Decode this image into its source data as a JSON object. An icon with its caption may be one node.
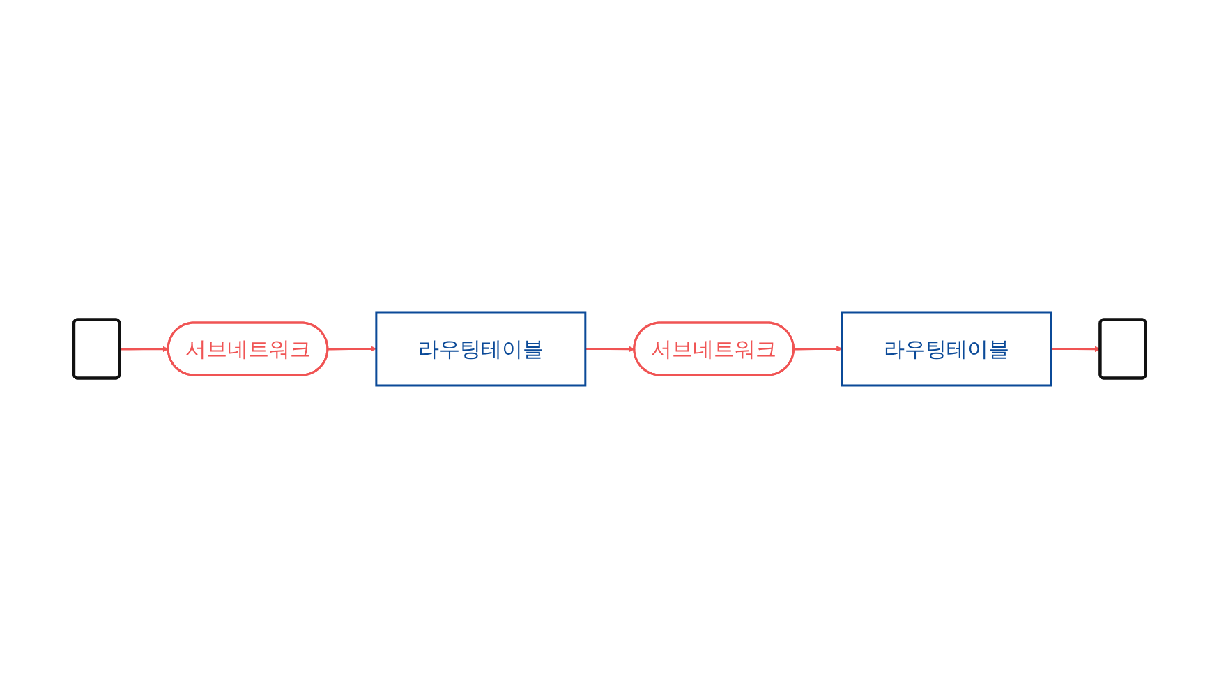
{
  "diagram": {
    "nodes": [
      {
        "text": [],
        "shape": "monitor"
      },
      {
        "text": [
          "서브네트워크"
        ]
      },
      {
        "text": [
          "라우팅테이블"
        ]
      },
      {
        "text": [
          "서브네트워크"
        ]
      },
      {
        "text": [
          "라우팅테이블"
        ]
      },
      {
        "text": [],
        "shape": "monitor"
      }
    ],
    "edges": [
      {
        "from": 0,
        "to": 1,
        "arrow": "to"
      },
      {
        "from": 1,
        "to": 2,
        "arrow": "to"
      },
      {
        "from": 2,
        "to": 3,
        "arrow": "to"
      },
      {
        "from": 3,
        "to": 4,
        "arrow": "to"
      },
      {
        "from": 4,
        "to": 5,
        "arrow": "to"
      }
    ]
  }
}
